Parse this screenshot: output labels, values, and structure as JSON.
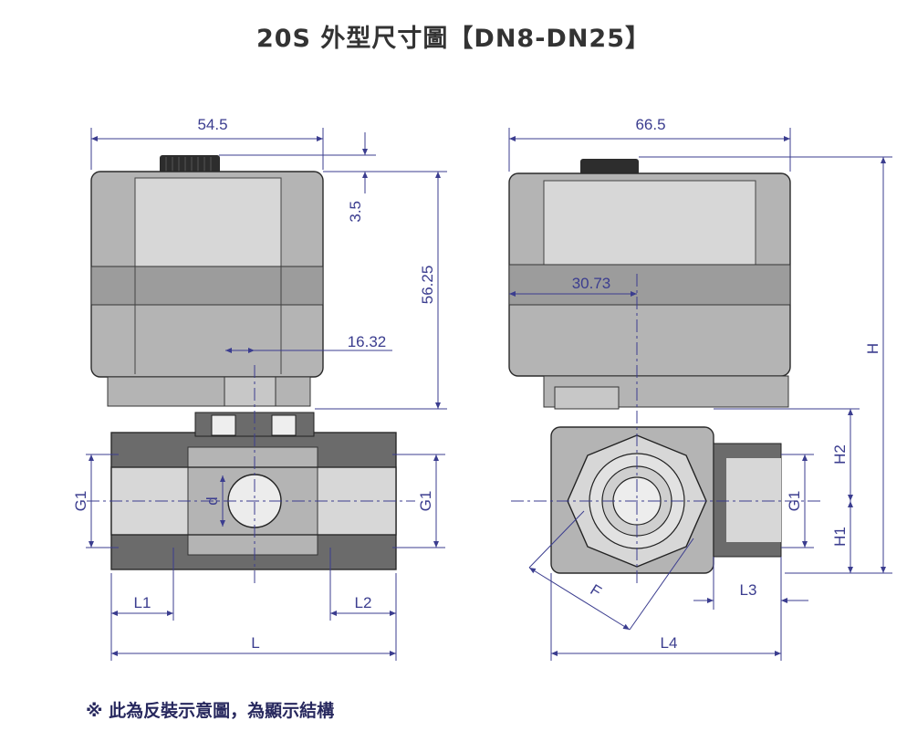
{
  "title": "20S 外型尺寸圖【DN8-DN25】",
  "note": "※ 此為反裝示意圖，為顯示結構",
  "left_view": {
    "dims": {
      "width_top": "54.5",
      "knob_height": "3.5",
      "actuator_height": "56.25",
      "offset": "16.32",
      "g1_left": "G1",
      "g1_right": "G1",
      "bore": "d",
      "l1": "L1",
      "l2": "L2",
      "l": "L"
    }
  },
  "right_view": {
    "dims": {
      "width_top": "66.5",
      "offset": "30.73",
      "h": "H",
      "h2": "H2",
      "h1": "H1",
      "g1": "G1",
      "f": "F",
      "l3": "L3",
      "l4": "L4"
    }
  },
  "colors": {
    "dimension": "#3b3d8f",
    "title": "#333333",
    "note": "#27285e",
    "body": "#b4b4b4"
  }
}
